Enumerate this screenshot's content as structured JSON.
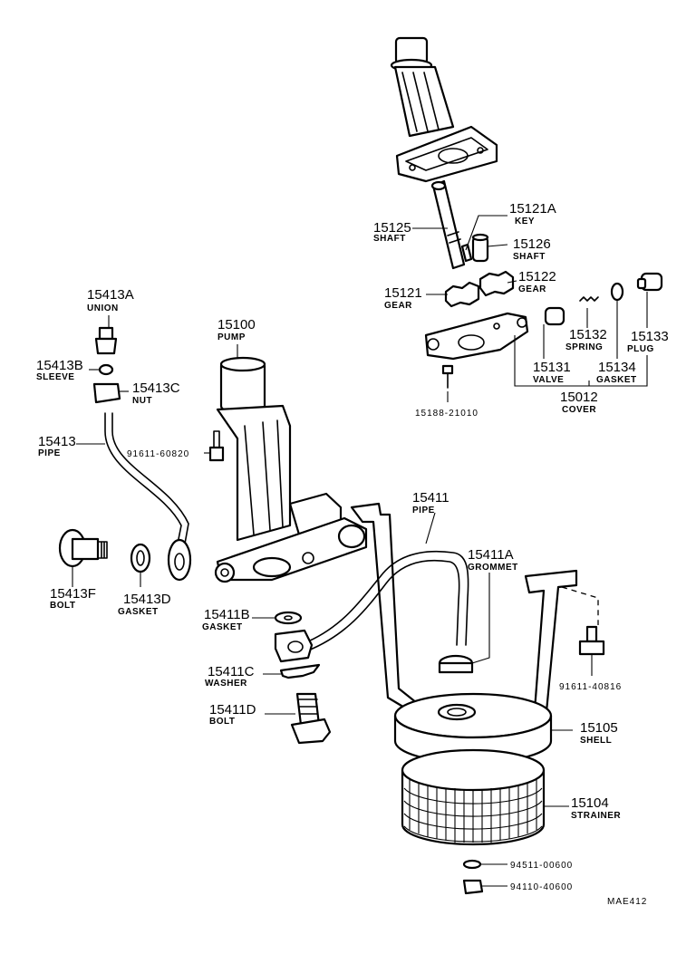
{
  "callouts": {
    "p15121A": {
      "num": "15121A",
      "name": "KEY"
    },
    "p15125": {
      "num": "15125",
      "name": "SHAFT"
    },
    "p15126": {
      "num": "15126",
      "name": "SHAFT"
    },
    "p15122": {
      "num": "15122",
      "name": "GEAR"
    },
    "p15121": {
      "num": "15121",
      "name": "GEAR"
    },
    "p15413A": {
      "num": "15413A",
      "name": "UNION"
    },
    "p15100": {
      "num": "15100",
      "name": "PUMP"
    },
    "p15132": {
      "num": "15132",
      "name": "SPRING"
    },
    "p15133": {
      "num": "15133",
      "name": "PLUG"
    },
    "p15413B": {
      "num": "15413B",
      "name": "SLEEVE"
    },
    "p15413C": {
      "num": "15413C",
      "name": "NUT"
    },
    "p15131": {
      "num": "15131",
      "name": "VALVE"
    },
    "p15134": {
      "num": "15134",
      "name": "GASKET"
    },
    "p15012": {
      "num": "15012",
      "name": "COVER"
    },
    "p15188": {
      "num": "15188-21010",
      "name": ""
    },
    "p15413": {
      "num": "15413",
      "name": "PIPE"
    },
    "p91611a": {
      "num": "91611-60820",
      "name": ""
    },
    "p15411": {
      "num": "15411",
      "name": "PIPE"
    },
    "p15411A": {
      "num": "15411A",
      "name": "GROMMET"
    },
    "p15413F": {
      "num": "15413F",
      "name": "BOLT"
    },
    "p15413D": {
      "num": "15413D",
      "name": "GASKET"
    },
    "p15411B": {
      "num": "15411B",
      "name": "GASKET"
    },
    "p15411C": {
      "num": "15411C",
      "name": "WASHER"
    },
    "p91611b": {
      "num": "91611-40816",
      "name": ""
    },
    "p15411D": {
      "num": "15411D",
      "name": "BOLT"
    },
    "p15105": {
      "num": "15105",
      "name": "SHELL"
    },
    "p15104": {
      "num": "15104",
      "name": "STRAINER"
    },
    "p94511": {
      "num": "94511-00600",
      "name": ""
    },
    "p94110": {
      "num": "94110-40600",
      "name": ""
    }
  },
  "diagram_code": "MAE412"
}
